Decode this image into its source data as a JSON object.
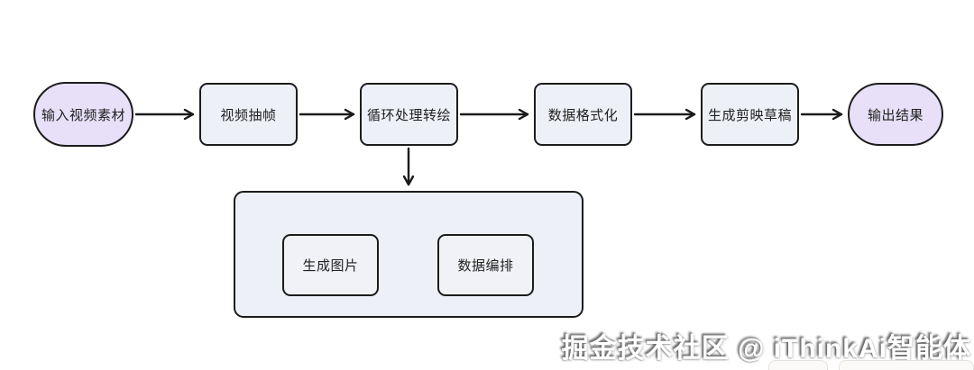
{
  "diagram": {
    "title": "video-processing-workflow",
    "main_flow": [
      {
        "id": "input",
        "label": "输入视频素材",
        "shape": "stadium"
      },
      {
        "id": "extract",
        "label": "视频抽帧",
        "shape": "rect"
      },
      {
        "id": "loop",
        "label": "循环处理转绘",
        "shape": "rect"
      },
      {
        "id": "format",
        "label": "数据格式化",
        "shape": "rect"
      },
      {
        "id": "draft",
        "label": "生成剪映草稿",
        "shape": "rect"
      },
      {
        "id": "output",
        "label": "输出结果",
        "shape": "stadium"
      }
    ],
    "subprocess": {
      "attached_to": "loop",
      "nodes": [
        {
          "id": "genimg",
          "label": "生成图片"
        },
        {
          "id": "arrange",
          "label": "数据编排"
        }
      ],
      "edges": [
        {
          "from": "genimg",
          "to": "arrange"
        }
      ]
    },
    "edges": [
      {
        "from": "input",
        "to": "extract"
      },
      {
        "from": "extract",
        "to": "loop"
      },
      {
        "from": "loop",
        "to": "format"
      },
      {
        "from": "format",
        "to": "draft"
      },
      {
        "from": "draft",
        "to": "output"
      },
      {
        "from": "loop",
        "to": "subprocess"
      }
    ],
    "colors": {
      "stadium_fill": "#e7e0f8",
      "rect_fill": "#eef0f8",
      "container_fill": "#edf0f6",
      "border": "#1c1c1c",
      "arrow": "#1a1a1a",
      "background": "#ffffff"
    }
  },
  "watermark": {
    "text": "掘金技术社区 @ iThinkAi智能体"
  }
}
